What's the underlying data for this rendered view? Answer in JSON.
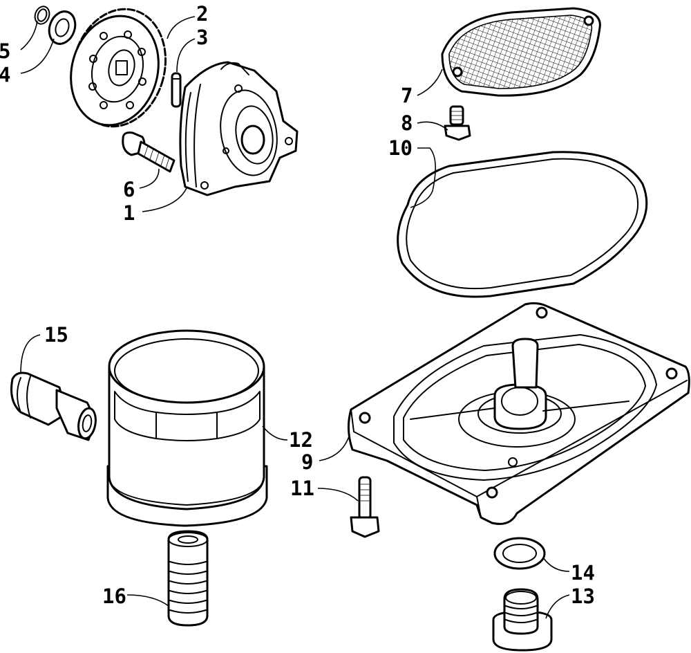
{
  "diagram": {
    "line_color": "#000000",
    "background": "#ffffff",
    "callouts": [
      {
        "id": "c1",
        "label": "1"
      },
      {
        "id": "c2",
        "label": "2"
      },
      {
        "id": "c3",
        "label": "3"
      },
      {
        "id": "c4",
        "label": "4"
      },
      {
        "id": "c5",
        "label": "5"
      },
      {
        "id": "c6",
        "label": "6"
      },
      {
        "id": "c7",
        "label": "7"
      },
      {
        "id": "c8",
        "label": "8"
      },
      {
        "id": "c9",
        "label": "9"
      },
      {
        "id": "c10",
        "label": "10"
      },
      {
        "id": "c11",
        "label": "11"
      },
      {
        "id": "c12",
        "label": "12"
      },
      {
        "id": "c13",
        "label": "13"
      },
      {
        "id": "c14",
        "label": "14"
      },
      {
        "id": "c15",
        "label": "15"
      },
      {
        "id": "c16",
        "label": "16"
      }
    ]
  }
}
